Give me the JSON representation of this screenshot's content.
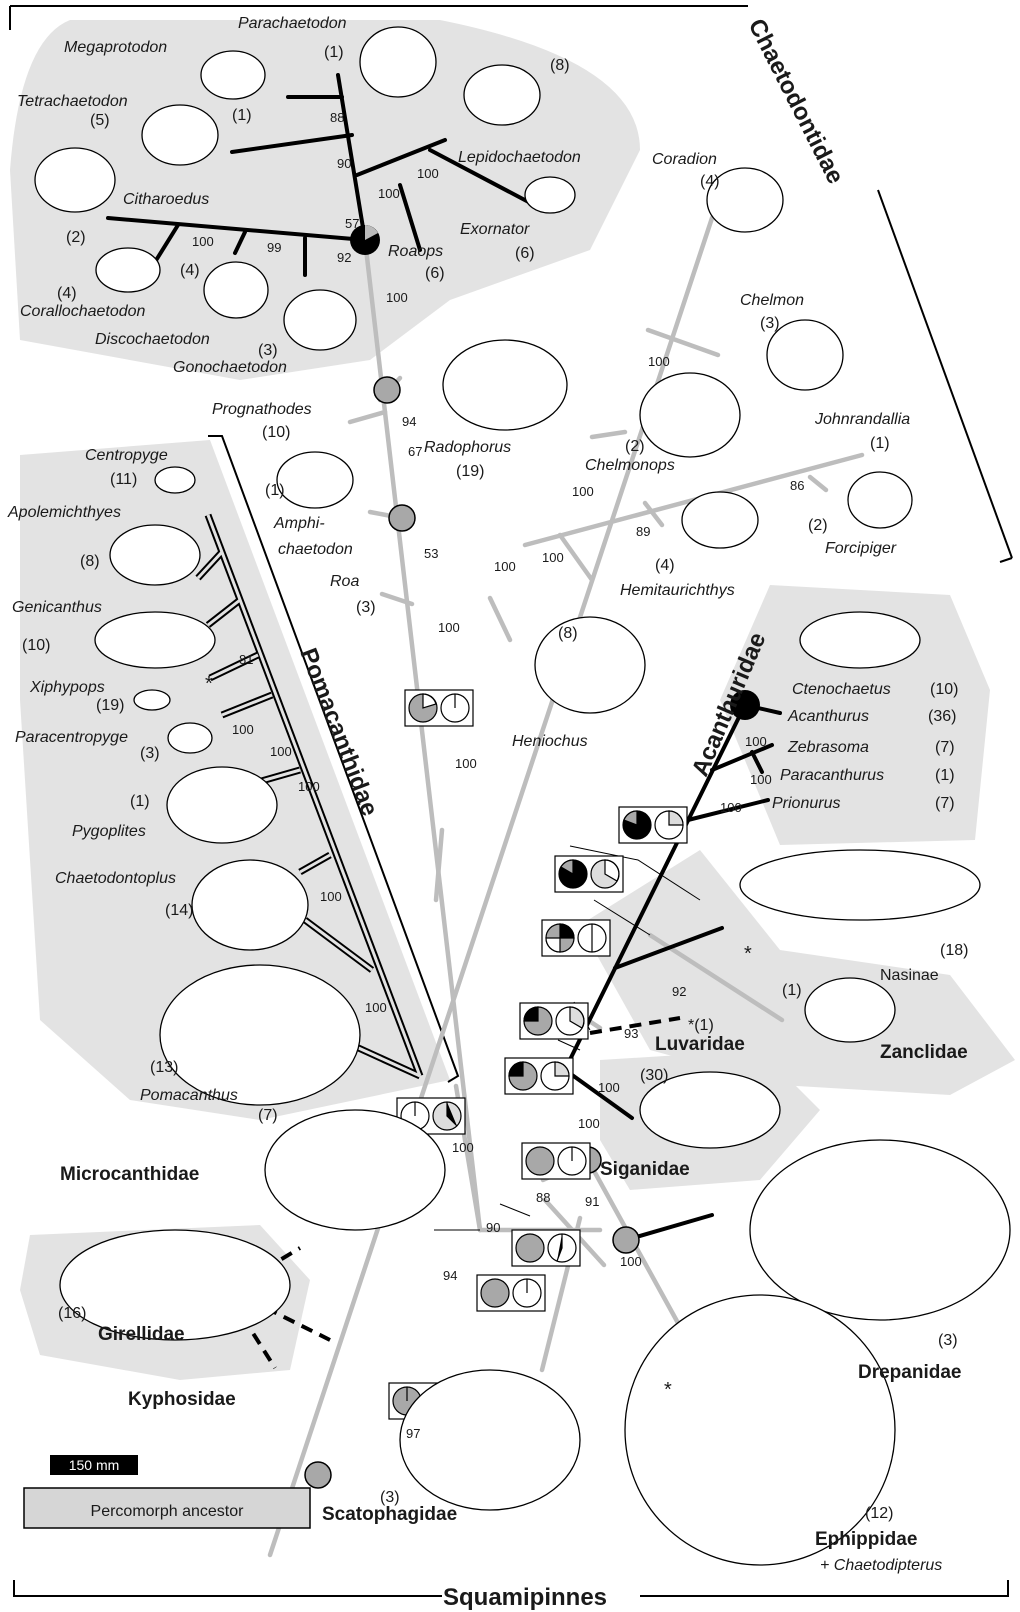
{
  "families": {
    "chaetodontidae": "Chaetodontidae",
    "pomacanthidae": "Pomacanthidae",
    "acanthuridae": "Acanthuridae",
    "microcanthidae": "Microcanthidae",
    "girellidae": "Girellidae",
    "kyphosidae": "Kyphosidae",
    "luvaridae": "Luvaridae",
    "zanclidae": "Zanclidae",
    "siganidae": "Siganidae",
    "drepanidae": "Drepanidae",
    "scatophagidae": "Scatophagidae",
    "ephippidae": "Ephippidae",
    "chaetodipterus_note": "+ Chaetodipterus",
    "nasinae": "Nasinae",
    "squamipinnes": "Squamipinnes"
  },
  "genera": {
    "parachaetodon": "Parachaetodon",
    "megaprotodon": "Megaprotodon",
    "tetrachaetodon": "Tetrachaetodon",
    "citharoedus": "Citharoedus",
    "lepidochaetodon": "Lepidochaetodon",
    "exornator": "Exornator",
    "roaops": "Roaops",
    "corallochaetodon": "Corallochaetodon",
    "discochaetodon": "Discochaetodon",
    "gonochaetodon": "Gonochaetodon",
    "coradion": "Coradion",
    "chelmon": "Chelmon",
    "prognathodes": "Prognathodes",
    "radophorus": "Radophorus",
    "chelmonops": "Chelmonops",
    "johnrandallia": "Johnrandallia",
    "forcipiger": "Forcipiger",
    "amphi": "Amphi-",
    "chaetodon": "chaetodon",
    "roa": "Roa",
    "hemitaurichthys": "Hemitaurichthys",
    "heniochus": "Heniochus",
    "centropyge": "Centropyge",
    "apolemichthyes": "Apolemichthyes",
    "genicanthus": "Genicanthus",
    "xiphypops": "Xiphypops",
    "paracentropyge": "Paracentropyge",
    "pygoplites": "Pygoplites",
    "chaetodontoplus": "Chaetodontoplus",
    "pomacanthus": "Pomacanthus",
    "ctenochaetus": "Ctenochaetus",
    "acanthurus": "Acanthurus",
    "zebrasoma": "Zebrasoma",
    "paracanthurus": "Paracanthurus",
    "prionurus": "Prionurus"
  },
  "counts": {
    "parachaetodon": "(1)",
    "megaprotodon": "(1)",
    "lepidochaetodon": "(8)",
    "tetrachaetodon": "(5)",
    "citharoedus": "(2)",
    "roaops": "(6)",
    "exornator": "(6)",
    "corallochaetodon": "(4)",
    "discochaetodon": "(4)",
    "gonochaetodon": "(3)",
    "coradion": "(4)",
    "chelmon": "(3)",
    "prognathodes": "(10)",
    "radophorus": "(19)",
    "chelmonops": "(2)",
    "johnrandallia": "(1)",
    "forcipiger": "(2)",
    "amphichaetodon": "(1)",
    "roa": "(3)",
    "hemitaurichthys": "(4)",
    "heniochus": "(8)",
    "centropyge": "(11)",
    "apolemichthyes": "(8)",
    "genicanthus": "(10)",
    "xiphypops": "(19)",
    "paracentropyge": "(3)",
    "pygoplites": "(1)",
    "chaetodontoplus": "(14)",
    "pomacanthus": "(13)",
    "ctenochaetus": "(10)",
    "acanthurus": "(36)",
    "zebrasoma": "(7)",
    "paracanthurus": "(1)",
    "prionurus": "(7)",
    "nasinae": "(18)",
    "zanclidae": "(1)",
    "luvaridae": "*(1)",
    "siganidae": "(30)",
    "microcanthidae": "(7)",
    "girellidae": "(16)",
    "drepanidae": "(3)",
    "scatophagidae": "(3)",
    "ephippidae": "(12)"
  },
  "support": {
    "s88": "88",
    "s90": "90",
    "s100a": "100",
    "s100b": "100",
    "s57": "57",
    "s92": "92",
    "s100c": "100",
    "s99": "99",
    "s100d": "100",
    "s94": "94",
    "s67": "67",
    "s53": "53",
    "s100e": "100",
    "s100f": "100",
    "s100g": "100",
    "s100h": "100",
    "s86": "86",
    "s89": "89",
    "s100i": "100",
    "s100j": "100",
    "s81": "81",
    "s100k": "100",
    "s100l": "100",
    "s100m": "100",
    "s100n": "100",
    "s100o": "100",
    "s100p": "100",
    "s100q": "100",
    "s100r": "100",
    "s100s": "100",
    "s92b": "92",
    "s93": "93",
    "s100t": "100",
    "s100u": "100",
    "s88b": "88",
    "s91": "91",
    "s90b": "90",
    "s100v": "100",
    "s94b": "94",
    "s97": "97"
  },
  "scale_bar": "150 mm",
  "ancestor": "Percomorph ancestor",
  "colors": {
    "gray_branch": "#bdbdbd",
    "clade_shade": "#e3e3e3",
    "black_branch": "#000000",
    "node_gray": "#a8a8a8"
  }
}
